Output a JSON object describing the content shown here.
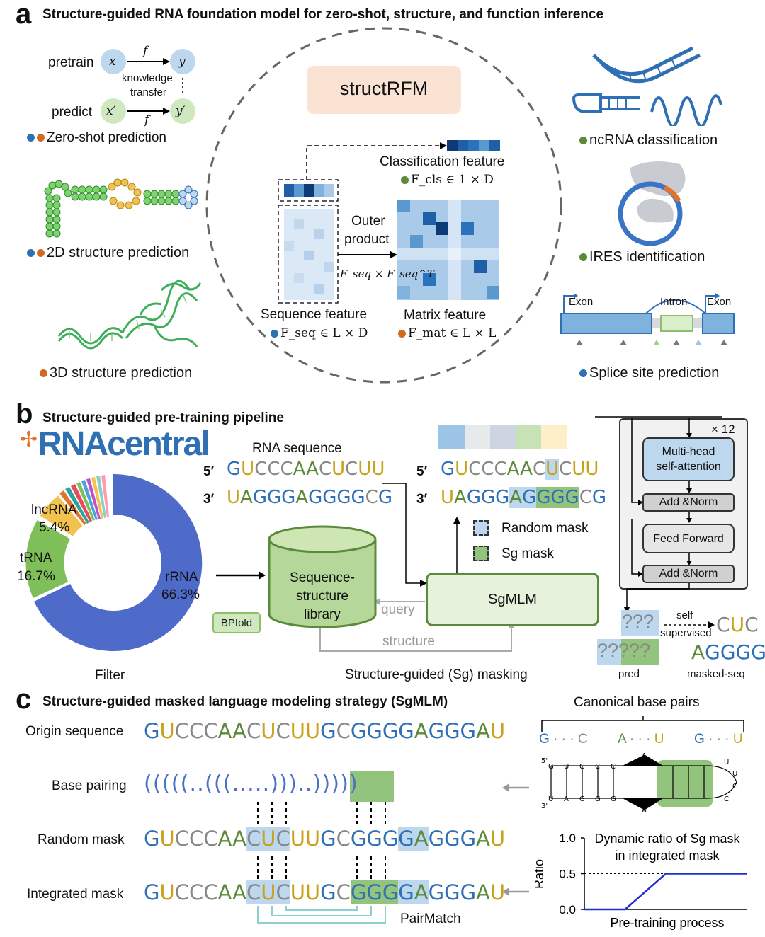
{
  "panel_a": {
    "letter": "a",
    "title": "Structure-guided RNA foundation model for zero-shot, structure, and function inference",
    "pretrain": "pretrain",
    "predict": "predict",
    "x": "x",
    "y": "y",
    "x_prime": "x′",
    "y_prime": "y′",
    "f": "f",
    "knowledge": "knowledge",
    "transfer": "transfer",
    "zero_shot": "Zero-shot prediction",
    "structure_2d": "2D structure prediction",
    "structure_3d": "3D structure prediction",
    "model_name": "structRFM",
    "classification_feature": "Classification feature",
    "cls_math": "F_cls ∈ 1 × D",
    "outer_product_1": "Outer",
    "outer_product_2": "product",
    "outer_math": "F_seq × F_seq^T",
    "sequence_feature": "Sequence feature",
    "seq_math": "F_seq ∈ L × D",
    "matrix_feature": "Matrix feature",
    "mat_math": "F_mat ∈ L × L",
    "ncrna": "ncRNA  classification",
    "ires": "IRES identification",
    "splice": "Splice site prediction",
    "exon": "Exon",
    "intron": "Intron"
  },
  "panel_b": {
    "letter": "b",
    "title": "Structure-guided pre-training pipeline",
    "logo": "RNAcentral",
    "rna_sequence": "RNA sequence",
    "five_prime": "5′",
    "three_prime": "3′",
    "seq_top": "GUCCCAACUCUU",
    "seq_bottom": "UAGGGAGGGGCG",
    "pie_labels": [
      {
        "name": "lncRNA",
        "pct": "5.4%"
      },
      {
        "name": "tRNA",
        "pct": "16.7%"
      },
      {
        "name": "rRNA",
        "pct": "66.3%"
      }
    ],
    "filter": "Filter",
    "bpfold": "BPfold",
    "library_1": "Sequence-",
    "library_2": "structure",
    "library_3": "library",
    "query": "query",
    "structure": "structure",
    "sgmlm": "SgMLM",
    "sg_masking": "Structure-guided (Sg) masking",
    "random_mask": "Random mask",
    "sg_mask": "Sg mask",
    "times12": "× 12",
    "mhsa_1": "Multi-head",
    "mhsa_2": "self-attention",
    "add_norm": "Add &Norm",
    "feed_forward": "Feed Forward",
    "self": "self",
    "supervised": "supervised",
    "qmarks_1": "???",
    "qmarks_2": "?????",
    "cuc": "CUC",
    "agggg": "AGGGG",
    "pred": "pred",
    "masked_seq": "masked-seq"
  },
  "panel_c": {
    "letter": "c",
    "title": "Structure-guided masked language modeling strategy (SgMLM)",
    "origin": "Origin sequence",
    "base_pairing": "Base pairing",
    "random_mask": "Random mask",
    "integrated_mask": "Integrated mask",
    "sequence": "GUCCCAACUCUUGCGGGGAGGGAU",
    "dot_bracket": "(((((..(((.....)))..)))))",
    "pairmatch": "PairMatch",
    "canonical": "Canonical base pairs",
    "pairs": [
      "G · · · C",
      "A · · · U",
      "G · · · U"
    ],
    "chart_title_1": "Dynamic ratio of Sg mask",
    "chart_title_2": "in integrated mask",
    "ylabel": "Ratio",
    "xlabel": "Pre-training process"
  },
  "chart_data": {
    "type": "line",
    "title": "Dynamic ratio of Sg mask in integrated mask",
    "xlabel": "Pre-training process",
    "ylabel": "Ratio",
    "yticks": [
      "0.0",
      "0.5",
      "1.0"
    ],
    "ylim": [
      0,
      1
    ],
    "series": [
      {
        "x": [
          0,
          0.25,
          0.5,
          1.0
        ],
        "y": [
          0,
          0,
          0.5,
          0.5
        ]
      }
    ],
    "reference_line": 0.5
  },
  "colors": {
    "G": "#2f6fb3",
    "U": "#c9a21a",
    "C": "#888888",
    "A": "#5c8a3a",
    "blue_mask": "#bcd7ee",
    "green_mask": "#93c47d",
    "model_box": "#fbe3d3",
    "sgmlm_box": "#e6f2dc",
    "rrna": "#4f6bc9",
    "trna": "#7fbf5a",
    "lncrna": "#f2c24f"
  }
}
